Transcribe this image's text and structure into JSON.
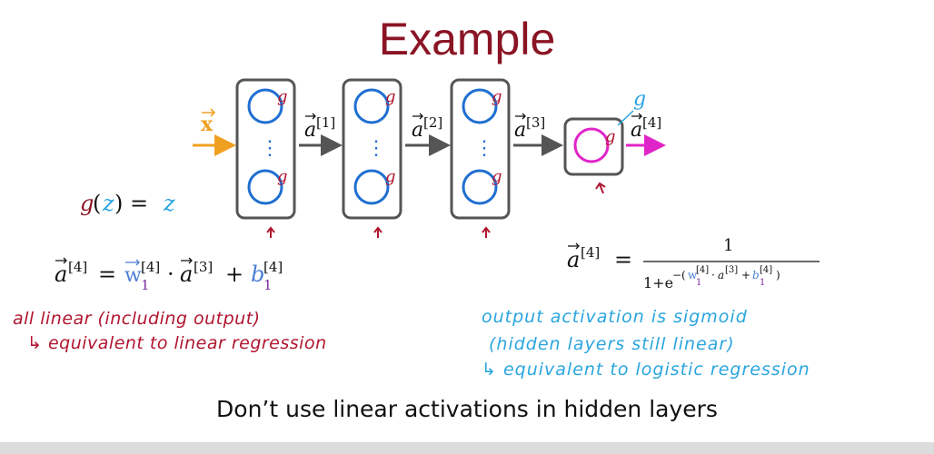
{
  "title": "Example",
  "footer": "Don’t use linear activations in hidden layers",
  "diagram": {
    "input_label": "x",
    "activation_labels": [
      "a[1]",
      "a[2]",
      "a[3]",
      "a[4]"
    ],
    "neuron_activation_mark": "g",
    "output_activation_mark": "g",
    "dots": "⋮"
  },
  "left_equation": {
    "g_def": "g(z) = z",
    "a4": "a[4] = w1[4] · a[3] + b1[4]"
  },
  "right_equation": {
    "numerator": "1",
    "a4": "a[4] = 1 / (1 + e^−(w1[4]·a[3] + b1[4]))"
  },
  "notes_red": [
    "all linear (including output)",
    "↳ equivalent to linear regression"
  ],
  "notes_blue": [
    "output activation is sigmoid",
    "(hidden layers still linear)",
    "↳ equivalent to logistic regression"
  ],
  "colors": {
    "title": "#8a1424",
    "neuron": "#1f6fd1",
    "output_neuron": "#e025c8",
    "input_arrow": "#f0a020",
    "red_ink": "#b0152f",
    "blue_ink": "#2aa5df",
    "purple_sub": "#7a2ca0",
    "w_color": "#4a7fd4"
  }
}
